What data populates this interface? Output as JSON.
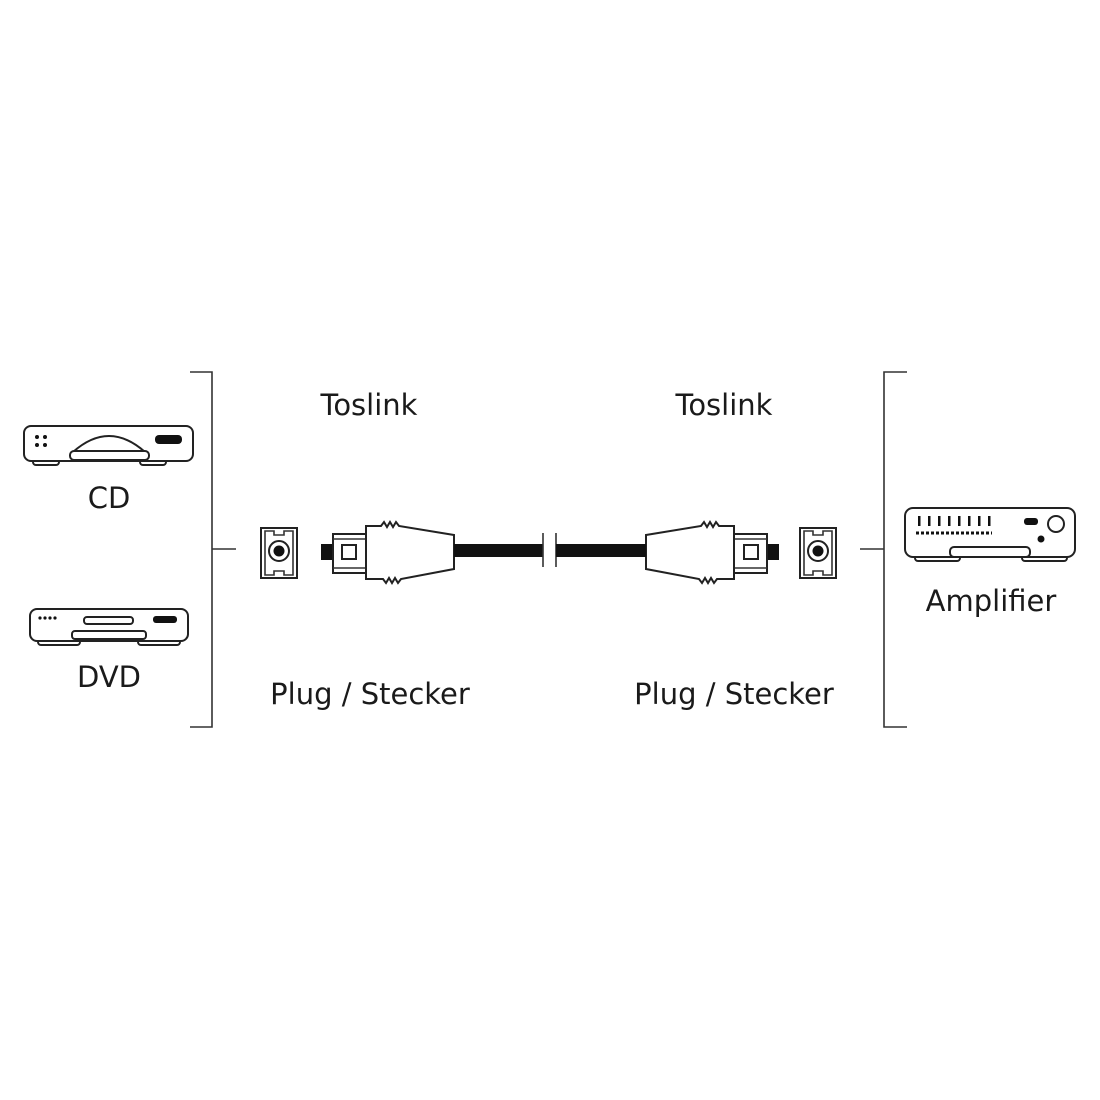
{
  "labels": {
    "source_cd": "CD",
    "source_dvd": "DVD",
    "target": "Amplifier",
    "left_connector_type": "Toslink",
    "right_connector_type": "Toslink",
    "left_plug": "Plug / Stecker",
    "right_plug": "Plug / Stecker"
  },
  "colors": {
    "line": "#333333",
    "cable": "#111111",
    "background": "#ffffff"
  }
}
